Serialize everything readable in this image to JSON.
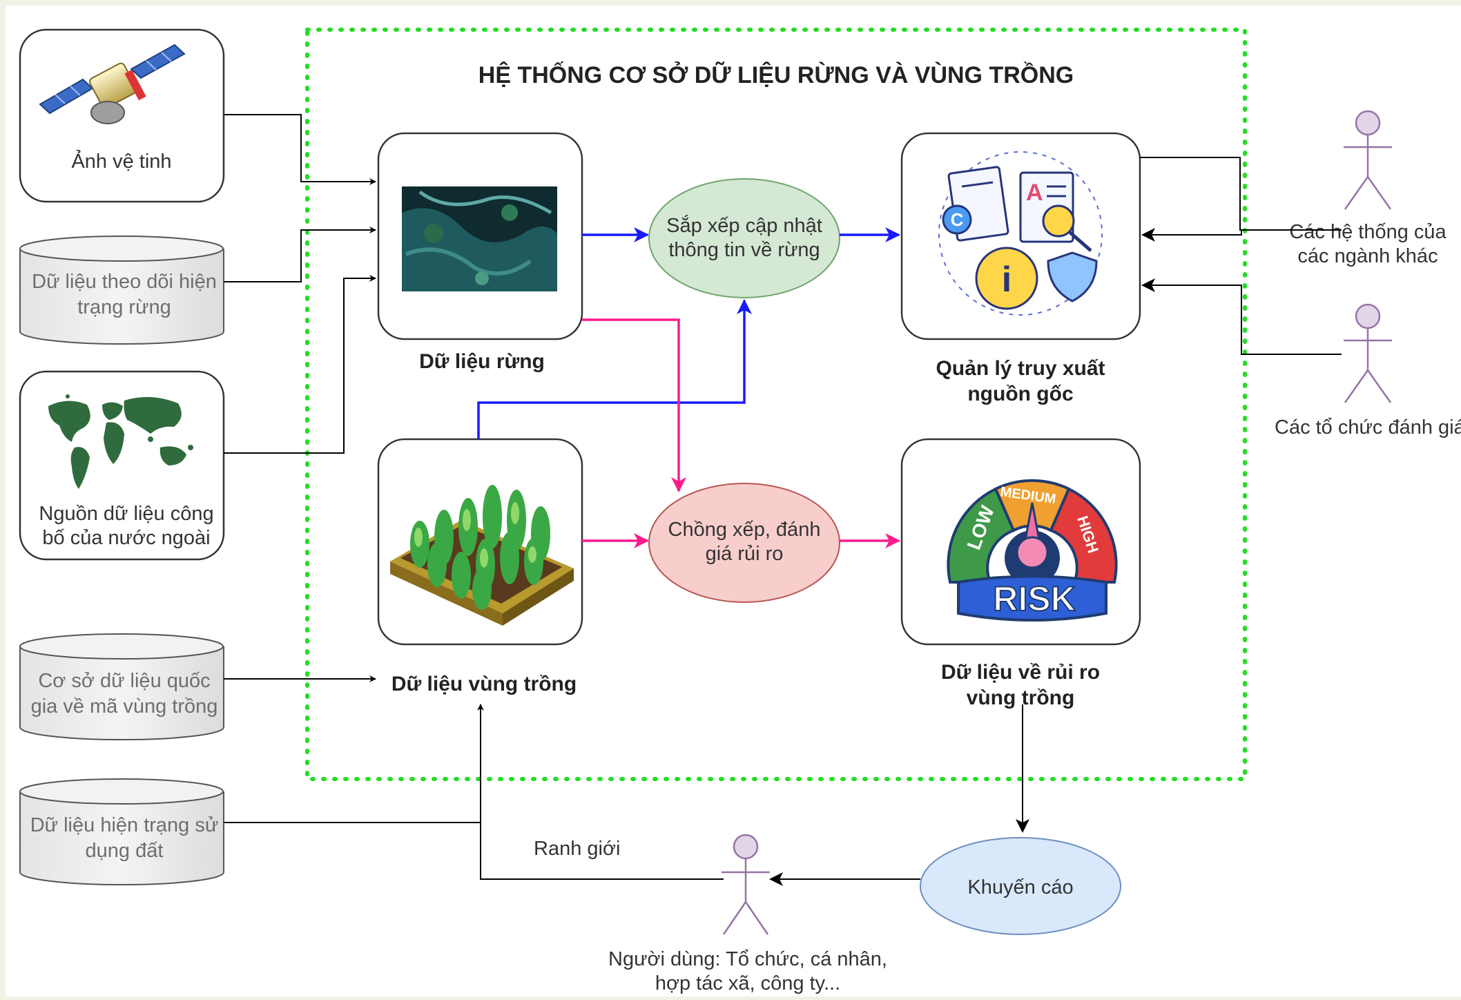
{
  "title": "HỆ THỐNG CƠ SỞ DỮ LIỆU RỪNG VÀ VÙNG TRỒNG",
  "sources": {
    "satellite": "Ảnh vệ tinh",
    "monitoring_l1": "Dữ liệu theo dõi hiện",
    "monitoring_l2": "trạng rừng",
    "foreign_l1": "Nguồn dữ liệu công",
    "foreign_l2": "bố của nước ngoài",
    "national_l1": "Cơ sở dữ liệu quốc",
    "national_l2": "gia về mã vùng trồng",
    "landuse_l1": "Dữ liệu hiện trạng sử",
    "landuse_l2": "dụng đất"
  },
  "nodes": {
    "forest_data": "Dữ liệu rừng",
    "growing_data": "Dữ liệu vùng trồng",
    "update_l1": "Sắp xếp cập nhật",
    "update_l2": "thông tin về rừng",
    "overlay_l1": "Chồng xếp, đánh",
    "overlay_l2": "giá rủi ro",
    "trace_l1": "Quản lý truy xuất",
    "trace_l2": "nguồn gốc",
    "risk_l1": "Dữ liệu về rủi ro",
    "risk_l2": "vùng trồng",
    "advice": "Khuyến cáo",
    "boundary": "Ranh giới"
  },
  "actors": {
    "other_systems_l1": "Các hệ thống của",
    "other_systems_l2": "các ngành khác",
    "assessors": "Các tổ chức đánh giá",
    "users_l1": "Người dùng: Tổ chức, cá nhân,",
    "users_l2": "hợp tác xã, công ty..."
  },
  "risk_gauge": {
    "low": "LOW",
    "medium": "MEDIUM",
    "high": "HIGH",
    "risk": "RISK"
  },
  "colors": {
    "boundary_dots": "#22dd22",
    "blue_flow": "#1a1aff",
    "pink_flow": "#ff1a8c",
    "update_fill": "#d5e8d4",
    "overlay_fill": "#f8cecc",
    "advice_fill": "#dae8fc",
    "actor_fill": "#e1d5e7"
  }
}
